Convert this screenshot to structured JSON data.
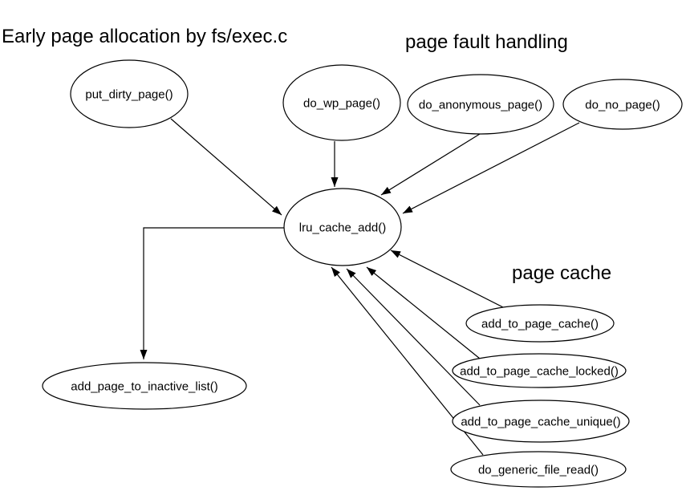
{
  "colors": {
    "background": "#ffffff",
    "stroke": "#000000",
    "text": "#000000"
  },
  "titles": {
    "main": "Early page allocation by fs/exec.c",
    "page_fault_handling": "page fault handling",
    "page_cache": "page cache"
  },
  "nodes": {
    "put_dirty_page": {
      "label": "put_dirty_page()"
    },
    "do_wp_page": {
      "label": "do_wp_page()"
    },
    "do_anonymous_page": {
      "label": "do_anonymous_page()"
    },
    "do_no_page": {
      "label": "do_no_page()"
    },
    "lru_cache_add": {
      "label": "lru_cache_add()"
    },
    "add_page_to_inactive_list": {
      "label": "add_page_to_inactive_list()"
    },
    "add_to_page_cache": {
      "label": "add_to_page_cache()"
    },
    "add_to_page_cache_locked": {
      "label": "add_to_page_cache_locked()"
    },
    "add_to_page_cache_unique": {
      "label": "add_to_page_cache_unique()"
    },
    "do_generic_file_read": {
      "label": "do_generic_file_read()"
    }
  },
  "edges": [
    {
      "from": "put_dirty_page",
      "to": "lru_cache_add"
    },
    {
      "from": "do_wp_page",
      "to": "lru_cache_add"
    },
    {
      "from": "do_anonymous_page",
      "to": "lru_cache_add"
    },
    {
      "from": "do_no_page",
      "to": "lru_cache_add"
    },
    {
      "from": "lru_cache_add",
      "to": "add_page_to_inactive_list"
    },
    {
      "from": "add_to_page_cache",
      "to": "lru_cache_add"
    },
    {
      "from": "add_to_page_cache_locked",
      "to": "lru_cache_add"
    },
    {
      "from": "add_to_page_cache_unique",
      "to": "lru_cache_add"
    },
    {
      "from": "do_generic_file_read",
      "to": "lru_cache_add"
    }
  ]
}
